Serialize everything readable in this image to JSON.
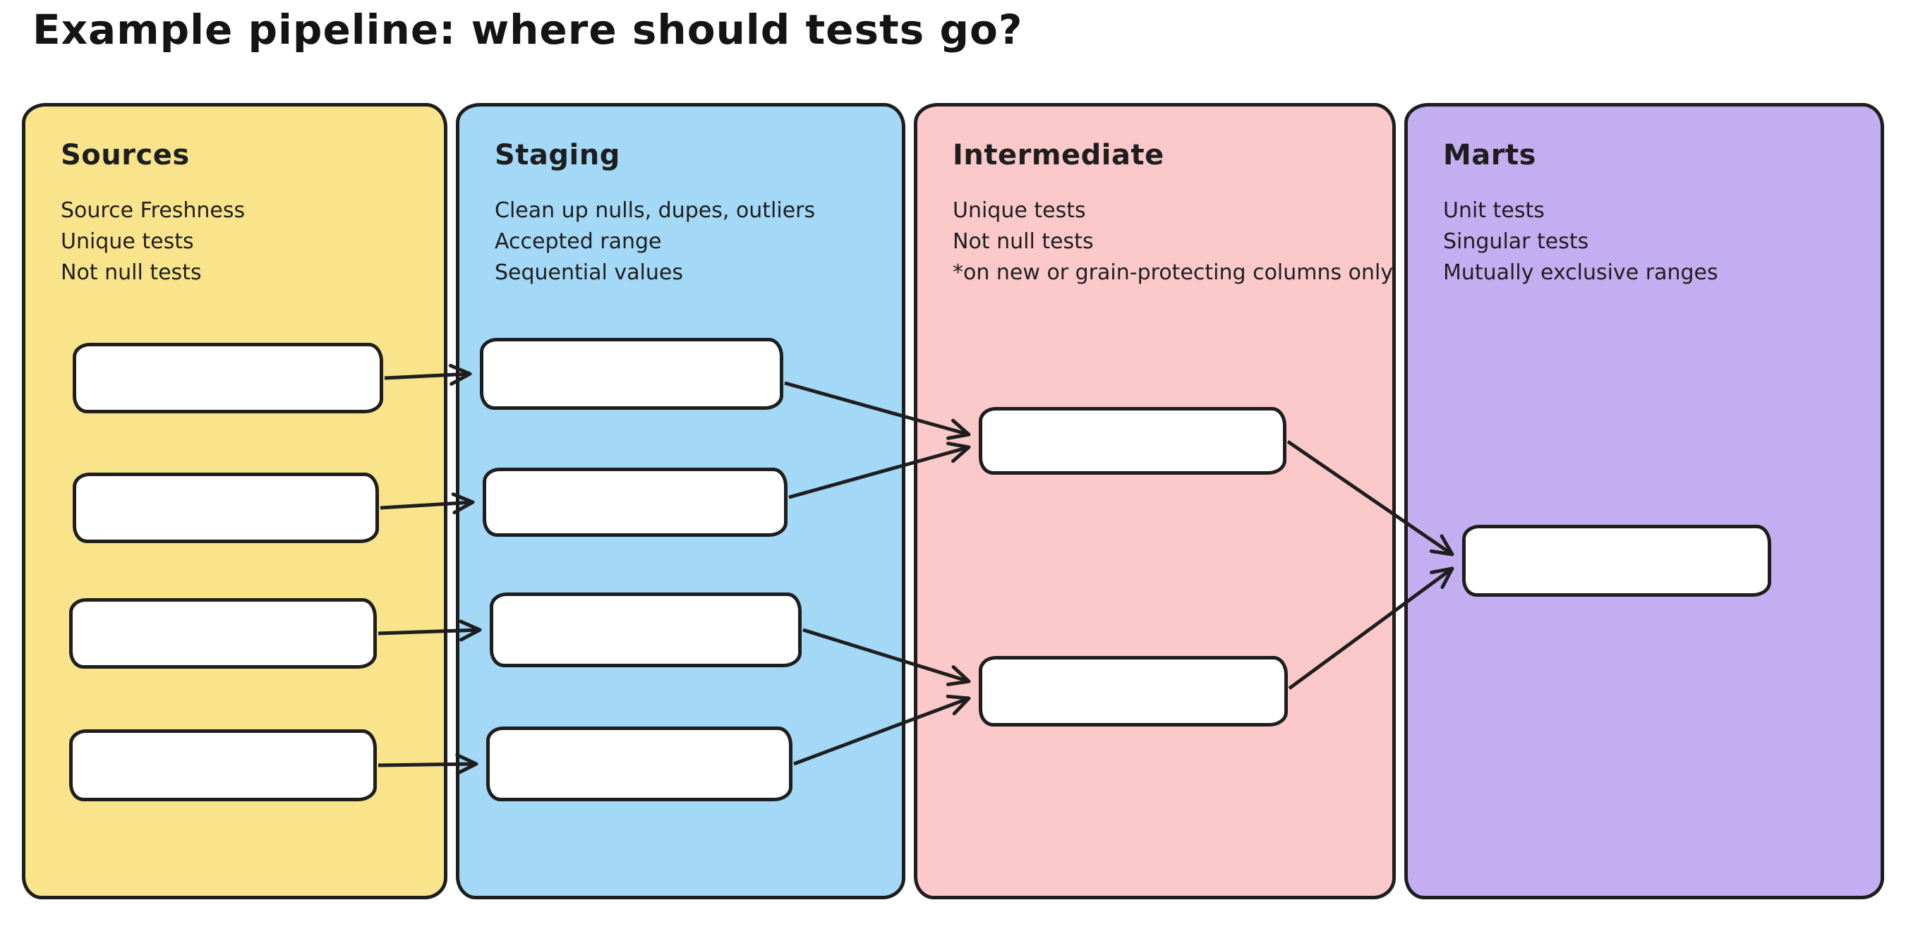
{
  "title": "Example pipeline: where should tests go?",
  "colors": {
    "sources": "#f9e48b",
    "staging": "#a3d8f7",
    "intermediate": "#fbc9c9",
    "marts": "#c4aef2",
    "stroke": "#1e1e1e",
    "node_fill": "#ffffff"
  },
  "columns": [
    {
      "label": "Sources",
      "notes": [
        "Source Freshness",
        "Unique tests",
        "Not null tests"
      ]
    },
    {
      "label": "Staging",
      "notes": [
        "Clean up nulls, dupes, outliers",
        "Accepted range",
        "Sequential values"
      ]
    },
    {
      "label": "Intermediate",
      "notes": [
        "Unique tests",
        "Not null tests",
        "*on new or grain-protecting columns only"
      ]
    },
    {
      "label": "Marts",
      "notes": [
        "Unit tests",
        "Singular tests",
        "Mutually exclusive ranges"
      ]
    }
  ]
}
